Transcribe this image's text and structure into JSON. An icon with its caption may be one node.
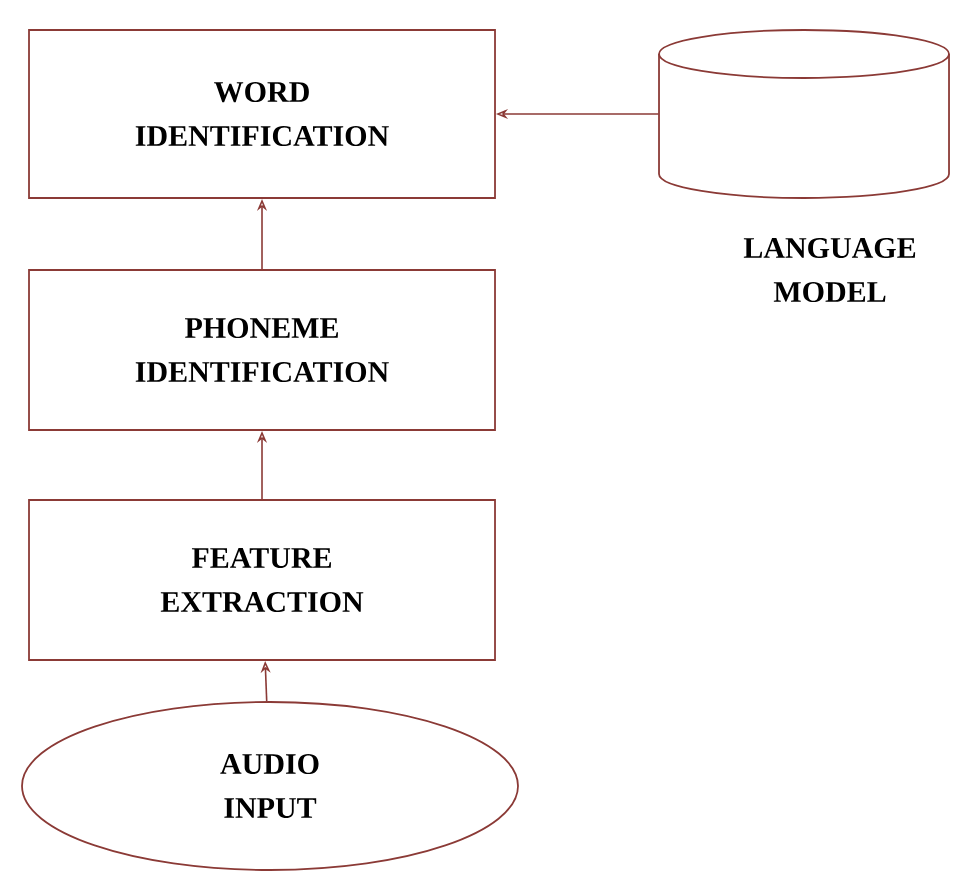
{
  "diagram": {
    "nodes": [
      {
        "text": [
          "WORD IDENTIFICATION"
        ]
      },
      {
        "text": [
          "LANGUAGE MODEL"
        ]
      },
      {
        "text": [
          "PHONEME IDENTIFICATION"
        ]
      },
      {
        "text": [
          "FEATURE EXTRACTION"
        ]
      },
      {
        "text": [
          "AUDIO INPUT"
        ]
      }
    ],
    "edges": [
      {
        "from": 1,
        "to": 0,
        "arrow": "to"
      },
      {
        "from": 2,
        "to": 0,
        "arrow": "to"
      },
      {
        "from": 3,
        "to": 2,
        "arrow": "to"
      },
      {
        "from": 4,
        "to": 3,
        "arrow": "to"
      }
    ]
  }
}
